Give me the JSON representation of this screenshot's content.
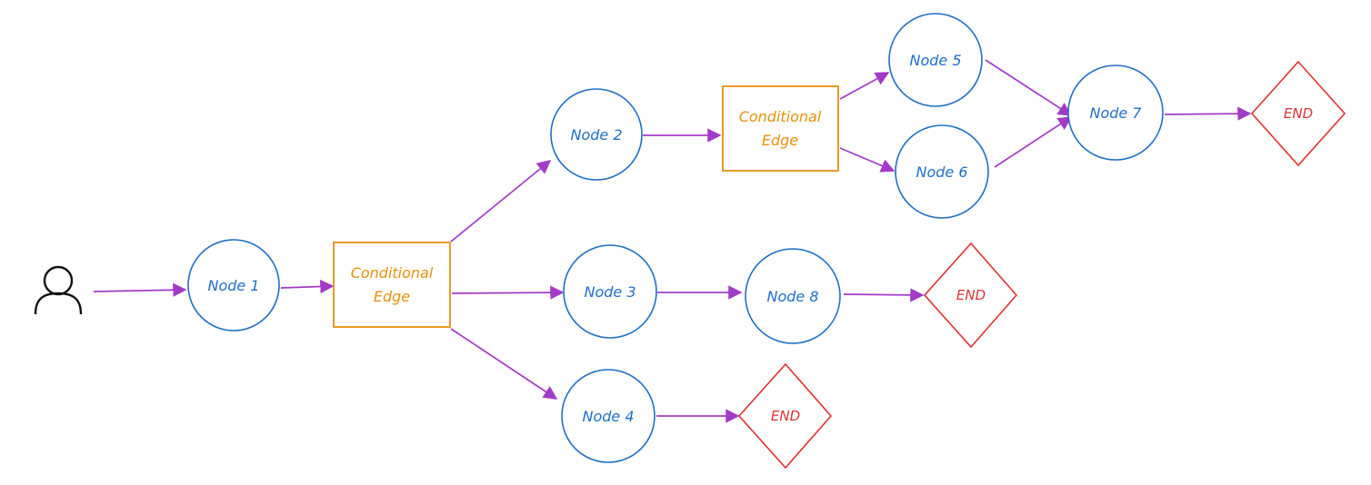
{
  "colors": {
    "node": "#1e6fc8",
    "conditional": "#e8900c",
    "end": "#e03131",
    "edge": "#a23bc7",
    "user": "#111111"
  },
  "user": {
    "icon": "user-icon"
  },
  "nodes": {
    "n1": "Node 1",
    "n2": "Node 2",
    "n3": "Node 3",
    "n4": "Node 4",
    "n5": "Node 5",
    "n6": "Node 6",
    "n7": "Node 7",
    "n8": "Node 8"
  },
  "conditional_edges": {
    "c1": [
      "Conditional",
      "Edge"
    ],
    "c2": [
      "Conditional",
      "Edge"
    ]
  },
  "ends": {
    "e1": "END",
    "e2": "END",
    "e3": "END"
  },
  "edges": [
    [
      "user",
      "n1"
    ],
    [
      "n1",
      "c1"
    ],
    [
      "c1",
      "n2"
    ],
    [
      "c1",
      "n3"
    ],
    [
      "c1",
      "n4"
    ],
    [
      "n2",
      "c2"
    ],
    [
      "c2",
      "n5"
    ],
    [
      "c2",
      "n6"
    ],
    [
      "n5",
      "n7"
    ],
    [
      "n6",
      "n7"
    ],
    [
      "n7",
      "e1"
    ],
    [
      "n3",
      "n8"
    ],
    [
      "n8",
      "e2"
    ],
    [
      "n4",
      "e3"
    ]
  ]
}
